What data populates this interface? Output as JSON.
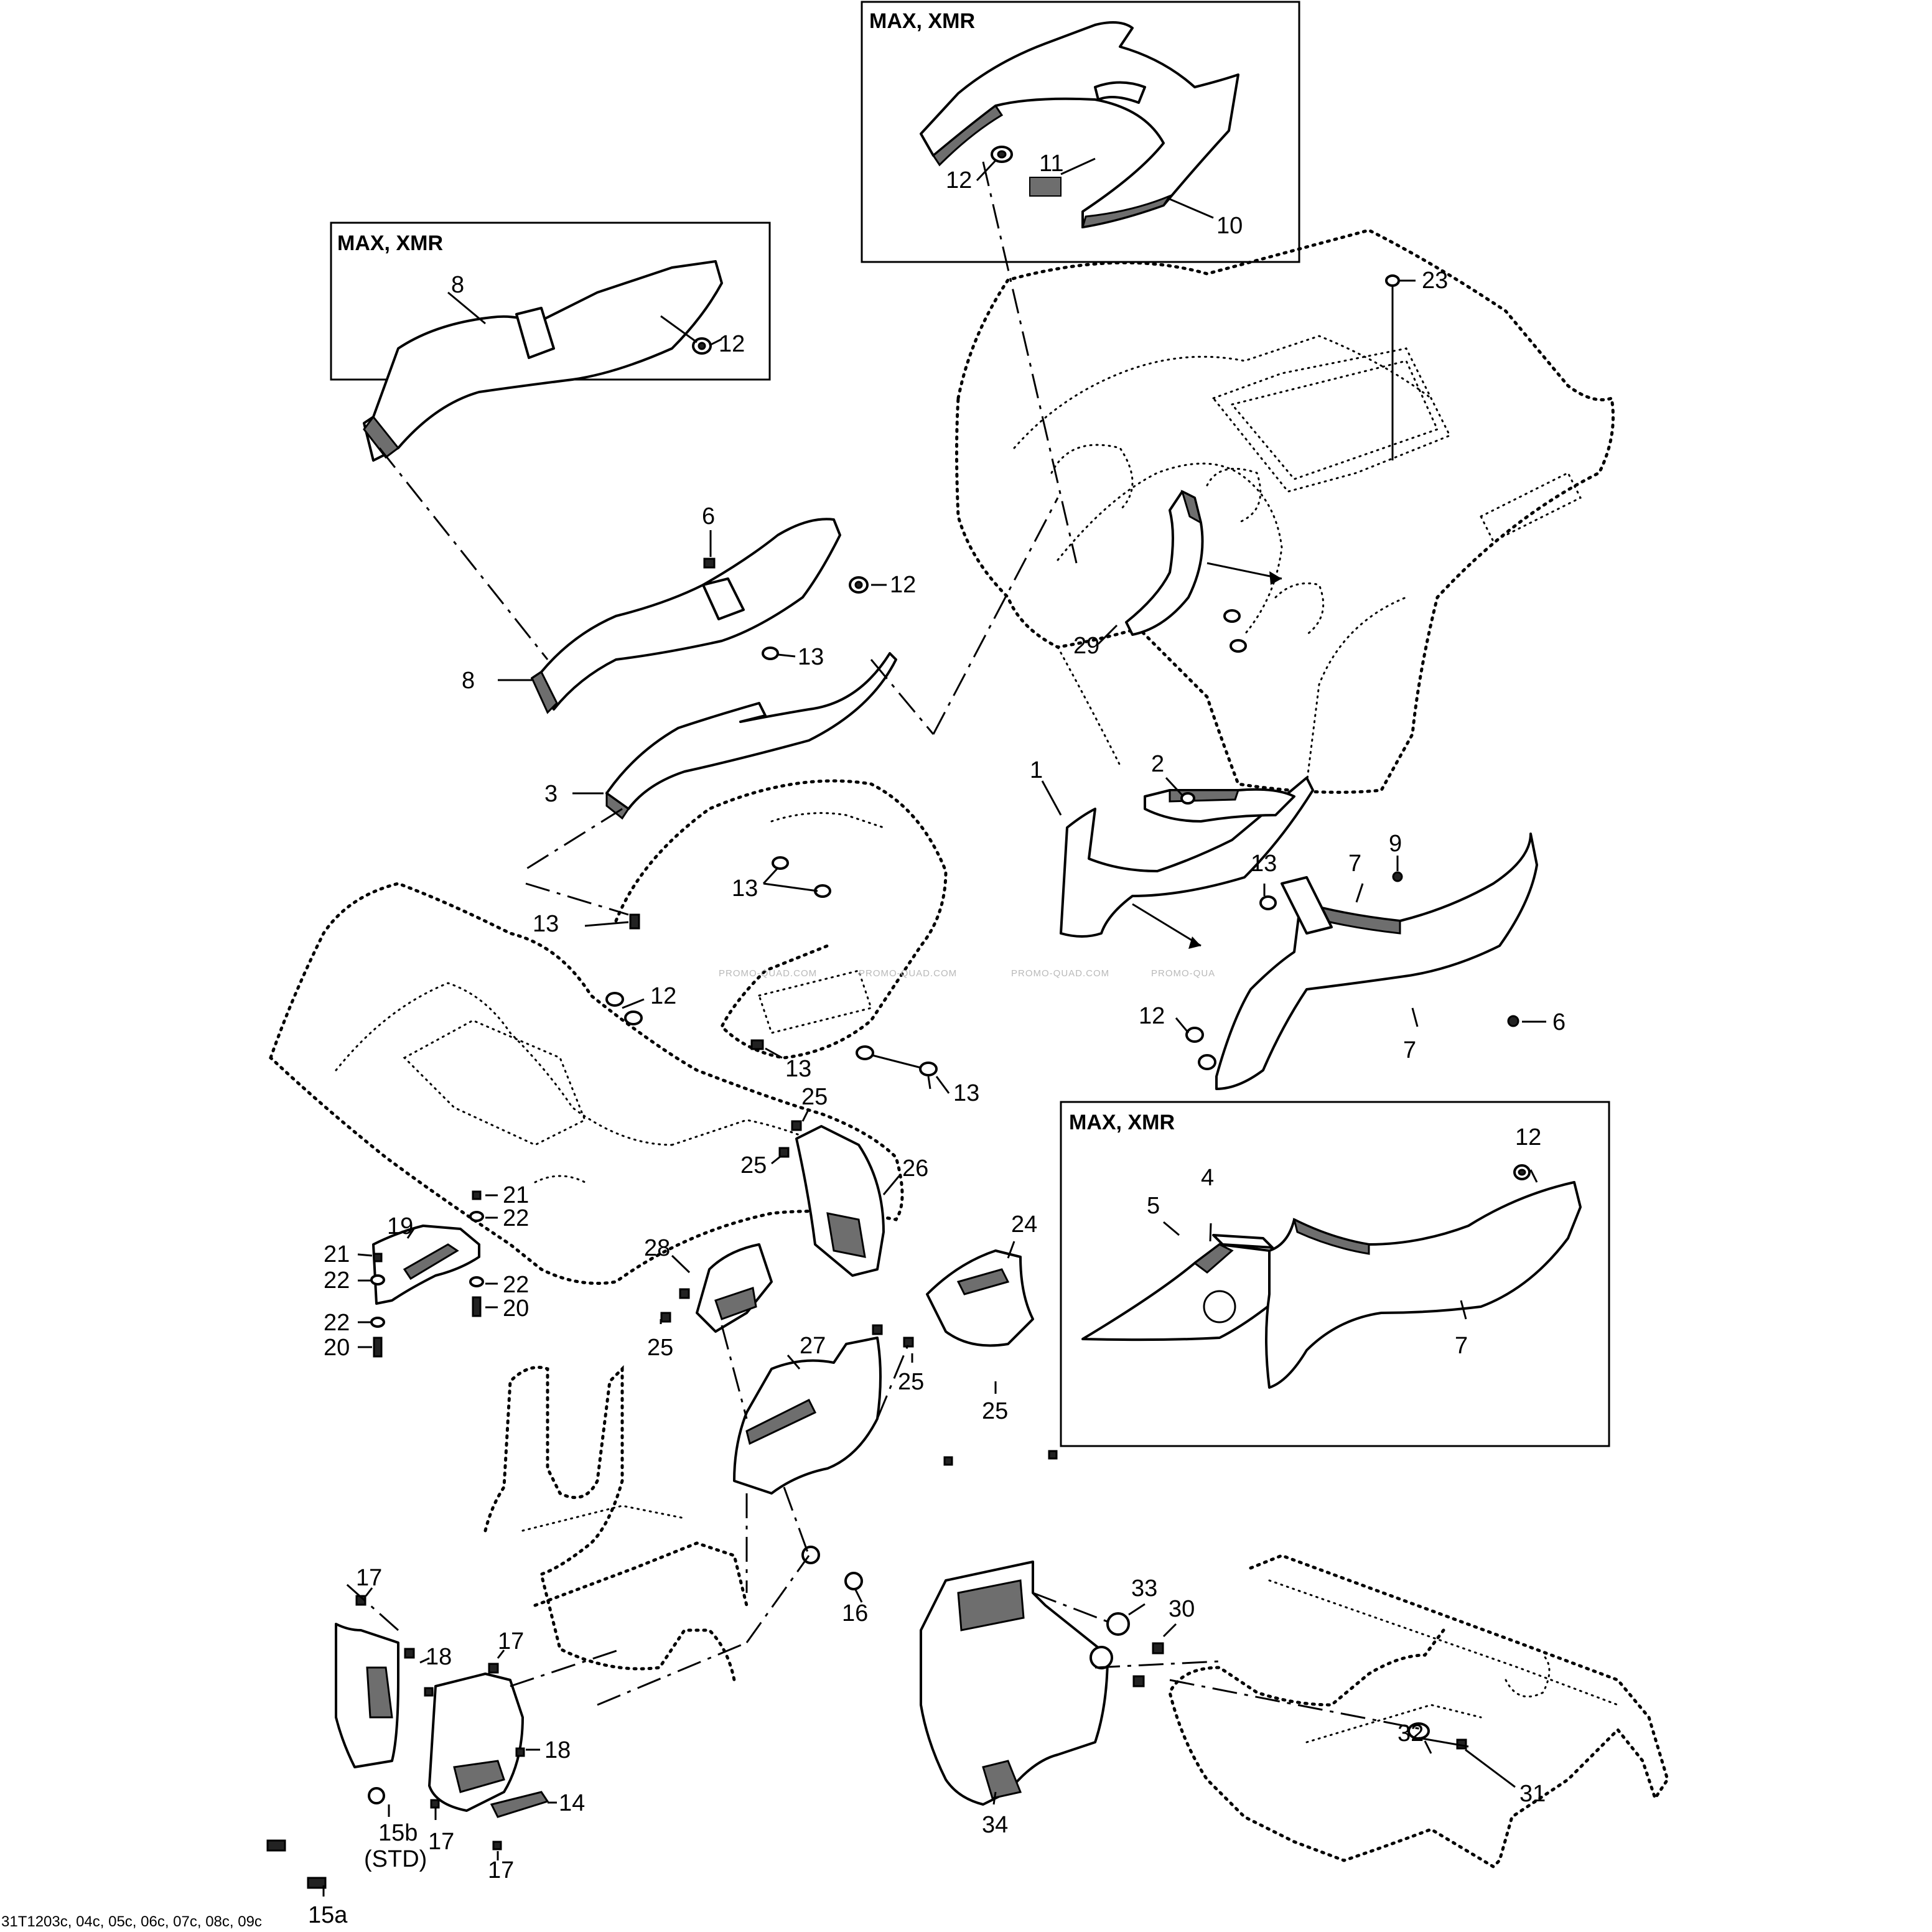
{
  "insets": [
    {
      "id": "inset-top",
      "title": "MAX, XMR"
    },
    {
      "id": "inset-left",
      "title": "MAX, XMR"
    },
    {
      "id": "inset-right",
      "title": "MAX, XMR"
    }
  ],
  "callouts": {
    "c1": "1",
    "c2": "2",
    "c3": "3",
    "c4": "4",
    "c5": "5",
    "c6": "6",
    "c7": "7",
    "c8": "8",
    "c9": "9",
    "c10": "10",
    "c11": "11",
    "c12": "12",
    "c13": "13",
    "c14": "14",
    "c15a": "15a",
    "c15b": "15b",
    "c15std": "(STD)",
    "c16": "16",
    "c17": "17",
    "c18": "18",
    "c19": "19",
    "c20": "20",
    "c21": "21",
    "c22": "22",
    "c23": "23",
    "c24": "24",
    "c25": "25",
    "c26": "26",
    "c27": "27",
    "c28": "28",
    "c29": "29",
    "c30": "30",
    "c31": "31",
    "c32": "32",
    "c33": "33",
    "c34": "34"
  },
  "watermark": "PROMO-QUAD.COM",
  "watermark_cut": "PROMO-QUA",
  "reference": "31T1203c, 04c, 05c, 06c, 07c, 08c, 09c"
}
